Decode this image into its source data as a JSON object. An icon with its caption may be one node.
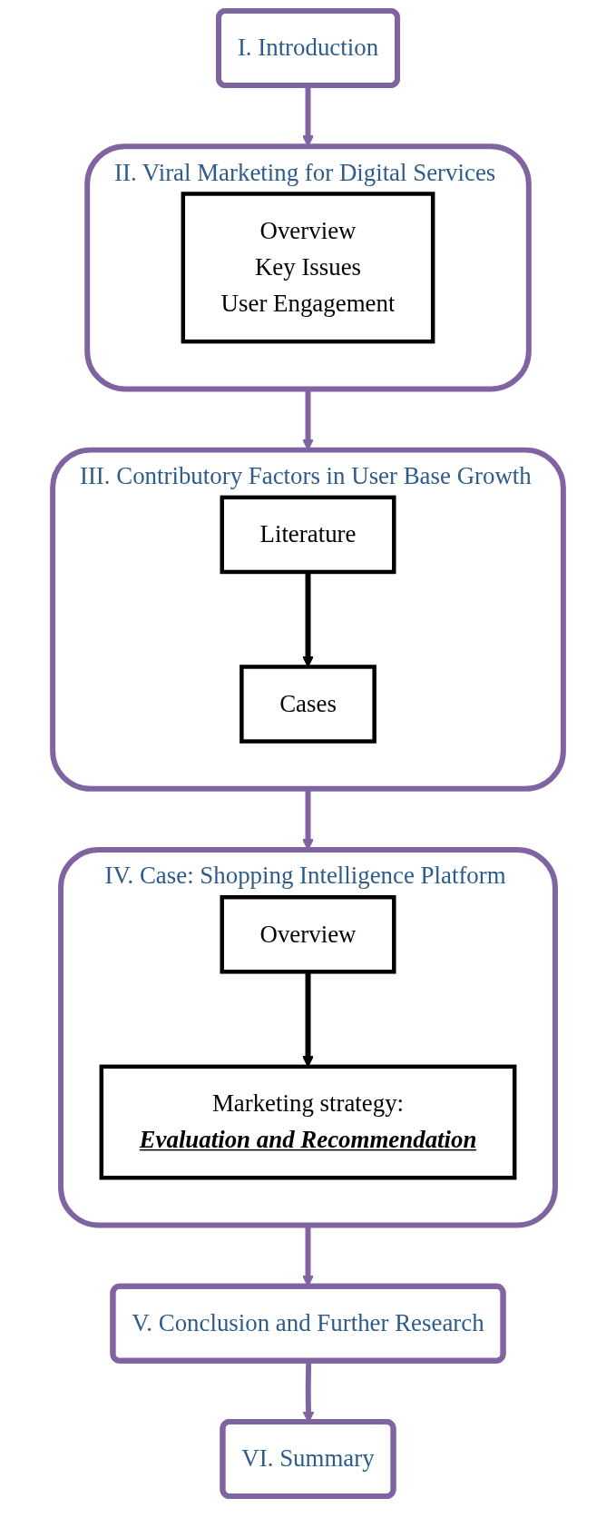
{
  "diagram": {
    "nodes": [
      {
        "text": [
          "I. Introduction"
        ]
      },
      {
        "text": [
          "II. Viral Marketing for Digital Services"
        ]
      },
      {
        "text": [
          "Overview",
          "Key Issues",
          "User Engagement"
        ],
        "in": 1
      },
      {
        "text": [
          "III. Contributory Factors in User Base Growth"
        ]
      },
      {
        "text": [
          "Literature"
        ],
        "in": 3
      },
      {
        "text": [
          "Cases"
        ],
        "in": 3
      },
      {
        "text": [
          "IV. Case: Shopping Intelligence Platform"
        ]
      },
      {
        "text": [
          "Overview"
        ],
        "in": 6
      },
      {
        "text": [
          "Marketing strategy:",
          "Evaluation and Recommendation"
        ],
        "in": 6
      },
      {
        "text": [
          "V. Conclusion and Further Research"
        ]
      },
      {
        "text": [
          "VI. Summary"
        ]
      }
    ],
    "edges": [
      {
        "from": 0,
        "to": 1,
        "arrow": "to"
      },
      {
        "from": 1,
        "to": 3,
        "arrow": "to"
      },
      {
        "from": 4,
        "to": 5,
        "arrow": "to",
        "color": "#000000"
      },
      {
        "from": 3,
        "to": 6,
        "arrow": "to"
      },
      {
        "from": 7,
        "to": 8,
        "arrow": "to",
        "color": "#000000"
      },
      {
        "from": 6,
        "to": 9,
        "arrow": "to"
      },
      {
        "from": 9,
        "to": 10,
        "arrow": "to"
      }
    ]
  }
}
